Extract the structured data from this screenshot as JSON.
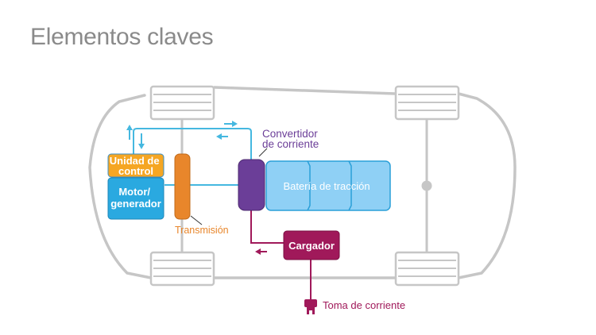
{
  "title": "Elementos claves",
  "components": {
    "control_unit": "Unidad de control",
    "motor_generator": "Motor/ generador",
    "transmission": "Transmisión",
    "converter": "Convertidor de corriente",
    "battery": "Batería de tracción",
    "charger": "Cargador",
    "socket": "Toma de corriente"
  },
  "colors": {
    "title": "#8a8a8a",
    "car_outline": "#c6c6c6",
    "control_unit": "#f5a623",
    "motor": "#2aa9e0",
    "transmission": "#e8862b",
    "converter": "#6b3e98",
    "battery": "#8fd0f5",
    "charger": "#a0195a",
    "cooling_line": "#45b8e0"
  },
  "icons": {
    "socket": "plug-icon",
    "flow": "arrow-icon"
  }
}
